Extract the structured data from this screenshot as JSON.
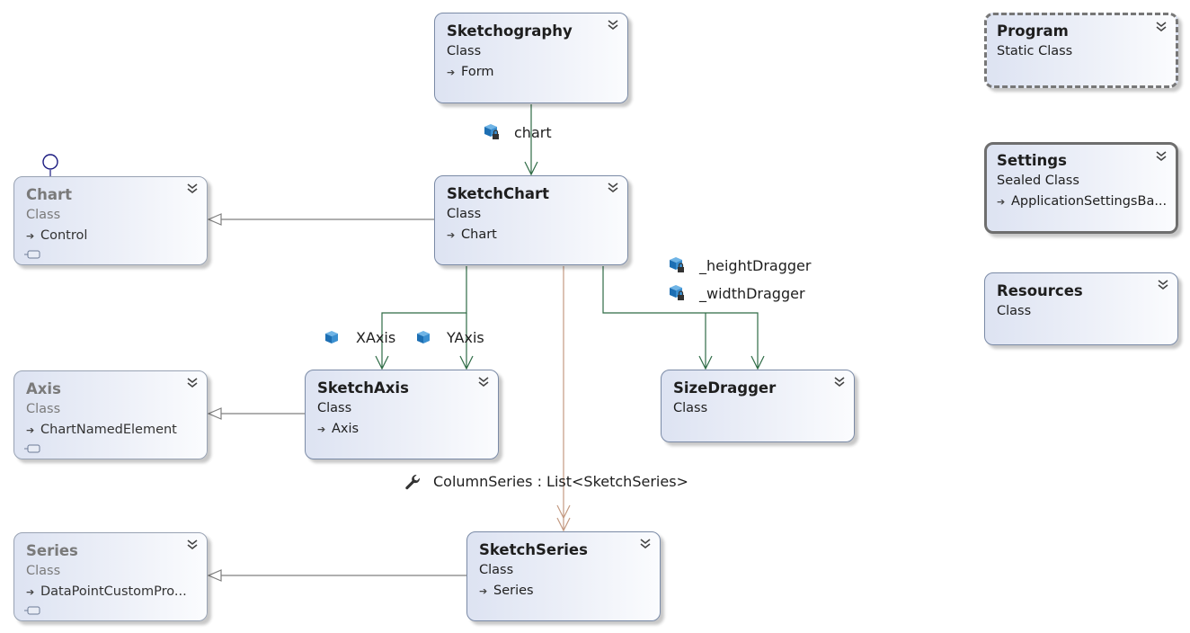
{
  "shapes": {
    "sketchography": {
      "name": "Sketchography",
      "stereotype": "Class",
      "base": "Form"
    },
    "chart": {
      "name": "Chart",
      "stereotype": "Class",
      "base": "Control"
    },
    "sketchchart": {
      "name": "SketchChart",
      "stereotype": "Class",
      "base": "Chart"
    },
    "axis": {
      "name": "Axis",
      "stereotype": "Class",
      "base": "ChartNamedElement"
    },
    "sketchaxis": {
      "name": "SketchAxis",
      "stereotype": "Class",
      "base": "Axis"
    },
    "sizedragger": {
      "name": "SizeDragger",
      "stereotype": "Class"
    },
    "series": {
      "name": "Series",
      "stereotype": "Class",
      "base": "DataPointCustomPro..."
    },
    "sketchseries": {
      "name": "SketchSeries",
      "stereotype": "Class",
      "base": "Series"
    },
    "program": {
      "name": "Program",
      "stereotype": "Static Class"
    },
    "settings": {
      "name": "Settings",
      "stereotype": "Sealed Class",
      "base": "ApplicationSettingsBa..."
    },
    "resources": {
      "name": "Resources",
      "stereotype": "Class"
    }
  },
  "associations": {
    "chart": "chart",
    "xaxis": "XAxis",
    "yaxis": "YAxis",
    "height_dragger": "_heightDragger",
    "width_dragger": "_widthDragger",
    "column_series": "ColumnSeries : List<SketchSeries>"
  },
  "colors": {
    "association_line": "#2e6b45",
    "collection_line": "#c49a82",
    "inheritance_line": "#7f7f7f",
    "interface_lollipop": "#1a1a80"
  },
  "icons": {
    "expand": "double-chevron-down-icon",
    "private_field": "field-lock-icon",
    "public_field": "field-icon",
    "property": "wrench-icon",
    "control": "control-icon",
    "base_type": "inherit-arrow-icon"
  }
}
